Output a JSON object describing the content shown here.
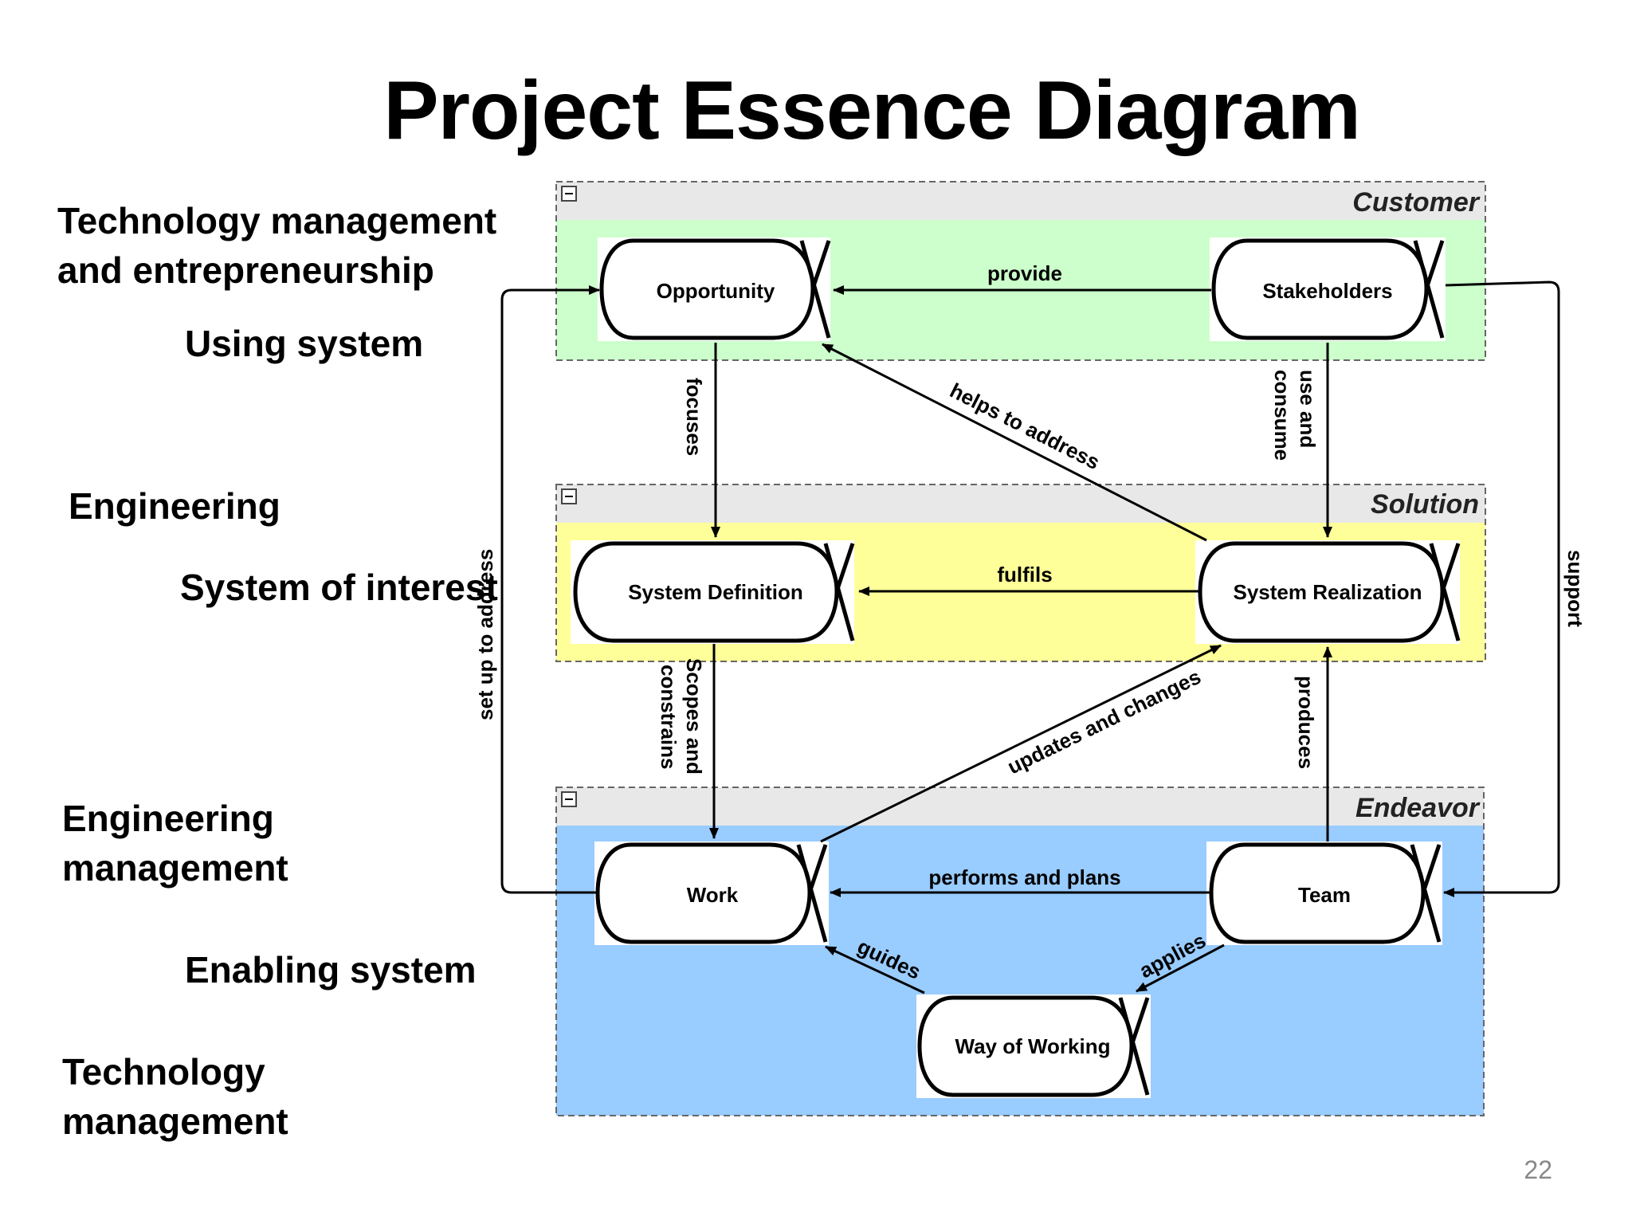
{
  "title": "Project Essence Diagram",
  "page_number": "22",
  "side_labels": {
    "tech_mgmt_entrepreneurship_line1": "Technology management",
    "tech_mgmt_entrepreneurship_line2": "and entrepreneurship",
    "using_system": "Using system",
    "engineering": "Engineering",
    "system_of_interest": "System of interest",
    "engineering_management_line1": "Engineering",
    "engineering_management_line2": "management",
    "enabling_system": "Enabling system",
    "technology_management_line1": "Technology",
    "technology_management_line2": "management"
  },
  "areas": {
    "customer": {
      "label": "Customer",
      "color": "#ccffcc"
    },
    "solution": {
      "label": "Solution",
      "color": "#ffff99"
    },
    "endeavor": {
      "label": "Endeavor",
      "color": "#99ccff"
    }
  },
  "alphas": {
    "opportunity": "Opportunity",
    "stakeholders": "Stakeholders",
    "system_definition": "System Definition",
    "system_realization": "System Realization",
    "work": "Work",
    "team": "Team",
    "way_of_working": "Way of Working"
  },
  "relations": {
    "provide": "provide",
    "focuses": "focuses",
    "helps_to_address": "helps to address",
    "use_and_consume_line1": "use and",
    "use_and_consume_line2": "consume",
    "fulfils": "fulfils",
    "scopes_and_constrains_line1": "Scopes and",
    "scopes_and_constrains_line2": "constrains",
    "updates_and_changes": "updates and changes",
    "produces": "produces",
    "performs_and_plans": "performs and plans",
    "guides": "guides",
    "applies": "applies",
    "set_up_to_address": "set up to address",
    "support": "support"
  },
  "colors": {
    "header_bar": "#e8e8e8",
    "border": "#666666",
    "page_number": "#888888"
  }
}
